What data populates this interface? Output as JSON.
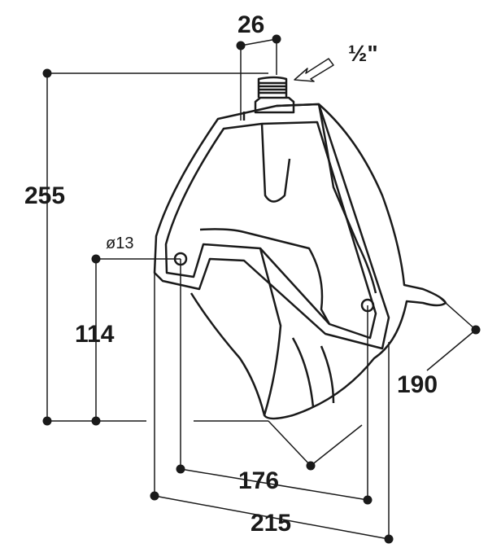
{
  "dimensions": {
    "height_total": "255",
    "mount_hole_height": "114",
    "hole_diameter": "ø13",
    "inlet_offset": "26",
    "thread_size": "½\"",
    "hole_spacing": "176",
    "overall_width": "215",
    "depth": "190"
  },
  "colors": {
    "line": "#1a1a1a",
    "background": "#ffffff"
  }
}
